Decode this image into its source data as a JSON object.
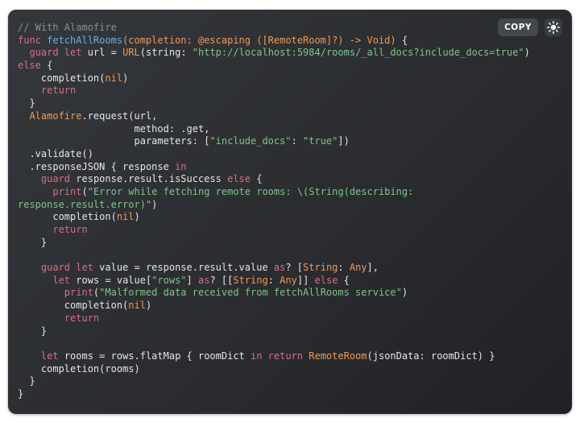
{
  "toolbar": {
    "copy_label": "COPY",
    "theme_icon": "sun-icon"
  },
  "colors": {
    "background": "#2c2e32",
    "plain": "#e6e6e6",
    "comment": "#8b9096",
    "keyword": "#d86f86",
    "function": "#6fb0e0",
    "type": "#f09a57",
    "string": "#7fc48b"
  },
  "code": {
    "language": "swift",
    "lines": [
      [
        [
          "comment",
          "// With Alamofire"
        ]
      ],
      [
        [
          "keyword",
          "func "
        ],
        [
          "func",
          "fetchAllRooms"
        ],
        [
          "param",
          "(completion: @escaping ([RemoteRoom]?) -> "
        ],
        [
          "type",
          "Void"
        ],
        [
          "param",
          ") "
        ],
        [
          "plain",
          "{"
        ]
      ],
      [
        [
          "plain",
          "  "
        ],
        [
          "keyword",
          "guard let "
        ],
        [
          "plain",
          "url = "
        ],
        [
          "type",
          "URL"
        ],
        [
          "plain",
          "(string: "
        ],
        [
          "string",
          "\"http://localhost:5984/rooms/_all_docs?include_docs=true\""
        ],
        [
          "plain",
          ")"
        ]
      ],
      [
        [
          "keyword",
          "else "
        ],
        [
          "plain",
          "{"
        ]
      ],
      [
        [
          "plain",
          "    completion("
        ],
        [
          "nil",
          "nil"
        ],
        [
          "plain",
          ")"
        ]
      ],
      [
        [
          "plain",
          "    "
        ],
        [
          "keyword",
          "return"
        ]
      ],
      [
        [
          "plain",
          "  }"
        ]
      ],
      [
        [
          "plain",
          "  "
        ],
        [
          "type",
          "Alamofire"
        ],
        [
          "plain",
          ".request(url,"
        ]
      ],
      [
        [
          "plain",
          "                    method: .get,"
        ]
      ],
      [
        [
          "plain",
          "                    parameters: ["
        ],
        [
          "string",
          "\"include_docs\""
        ],
        [
          "plain",
          ": "
        ],
        [
          "string",
          "\"true\""
        ],
        [
          "plain",
          "])"
        ]
      ],
      [
        [
          "plain",
          "  .validate()"
        ]
      ],
      [
        [
          "plain",
          "  .responseJSON { response "
        ],
        [
          "keyword",
          "in"
        ]
      ],
      [
        [
          "plain",
          "    "
        ],
        [
          "keyword",
          "guard "
        ],
        [
          "plain",
          "response.result.isSuccess "
        ],
        [
          "keyword",
          "else "
        ],
        [
          "plain",
          "{"
        ]
      ],
      [
        [
          "plain",
          "      "
        ],
        [
          "keyword",
          "print"
        ],
        [
          "plain",
          "("
        ],
        [
          "string",
          "\"Error while fetching remote rooms: \\(String(describing:"
        ]
      ],
      [
        [
          "string",
          "response.result.error)\""
        ],
        [
          "plain",
          ")"
        ]
      ],
      [
        [
          "plain",
          "      completion("
        ],
        [
          "nil",
          "nil"
        ],
        [
          "plain",
          ")"
        ]
      ],
      [
        [
          "plain",
          "      "
        ],
        [
          "keyword",
          "return"
        ]
      ],
      [
        [
          "plain",
          "    }"
        ]
      ],
      [
        [
          "plain",
          ""
        ]
      ],
      [
        [
          "plain",
          "    "
        ],
        [
          "keyword",
          "guard let "
        ],
        [
          "plain",
          "value = response.result.value "
        ],
        [
          "keyword",
          "as"
        ],
        [
          "plain",
          "? ["
        ],
        [
          "type",
          "String"
        ],
        [
          "plain",
          ": "
        ],
        [
          "type",
          "Any"
        ],
        [
          "plain",
          "],"
        ]
      ],
      [
        [
          "plain",
          "      "
        ],
        [
          "keyword",
          "let "
        ],
        [
          "plain",
          "rows = value["
        ],
        [
          "string",
          "\"rows\""
        ],
        [
          "plain",
          "] "
        ],
        [
          "keyword",
          "as"
        ],
        [
          "plain",
          "? [["
        ],
        [
          "type",
          "String"
        ],
        [
          "plain",
          ": "
        ],
        [
          "type",
          "Any"
        ],
        [
          "plain",
          "]] "
        ],
        [
          "keyword",
          "else "
        ],
        [
          "plain",
          "{"
        ]
      ],
      [
        [
          "plain",
          "        "
        ],
        [
          "keyword",
          "print"
        ],
        [
          "plain",
          "("
        ],
        [
          "string",
          "\"Malformed data received from fetchAllRooms service\""
        ],
        [
          "plain",
          ")"
        ]
      ],
      [
        [
          "plain",
          "        completion("
        ],
        [
          "nil",
          "nil"
        ],
        [
          "plain",
          ")"
        ]
      ],
      [
        [
          "plain",
          "        "
        ],
        [
          "keyword",
          "return"
        ]
      ],
      [
        [
          "plain",
          "    }"
        ]
      ],
      [
        [
          "plain",
          ""
        ]
      ],
      [
        [
          "plain",
          "    "
        ],
        [
          "keyword",
          "let "
        ],
        [
          "plain",
          "rooms = rows.flatMap { roomDict "
        ],
        [
          "keyword",
          "in return "
        ],
        [
          "type",
          "RemoteRoom"
        ],
        [
          "plain",
          "(jsonData: roomDict) }"
        ]
      ],
      [
        [
          "plain",
          "    completion(rooms)"
        ]
      ],
      [
        [
          "plain",
          "  }"
        ]
      ],
      [
        [
          "plain",
          "}"
        ]
      ]
    ]
  }
}
